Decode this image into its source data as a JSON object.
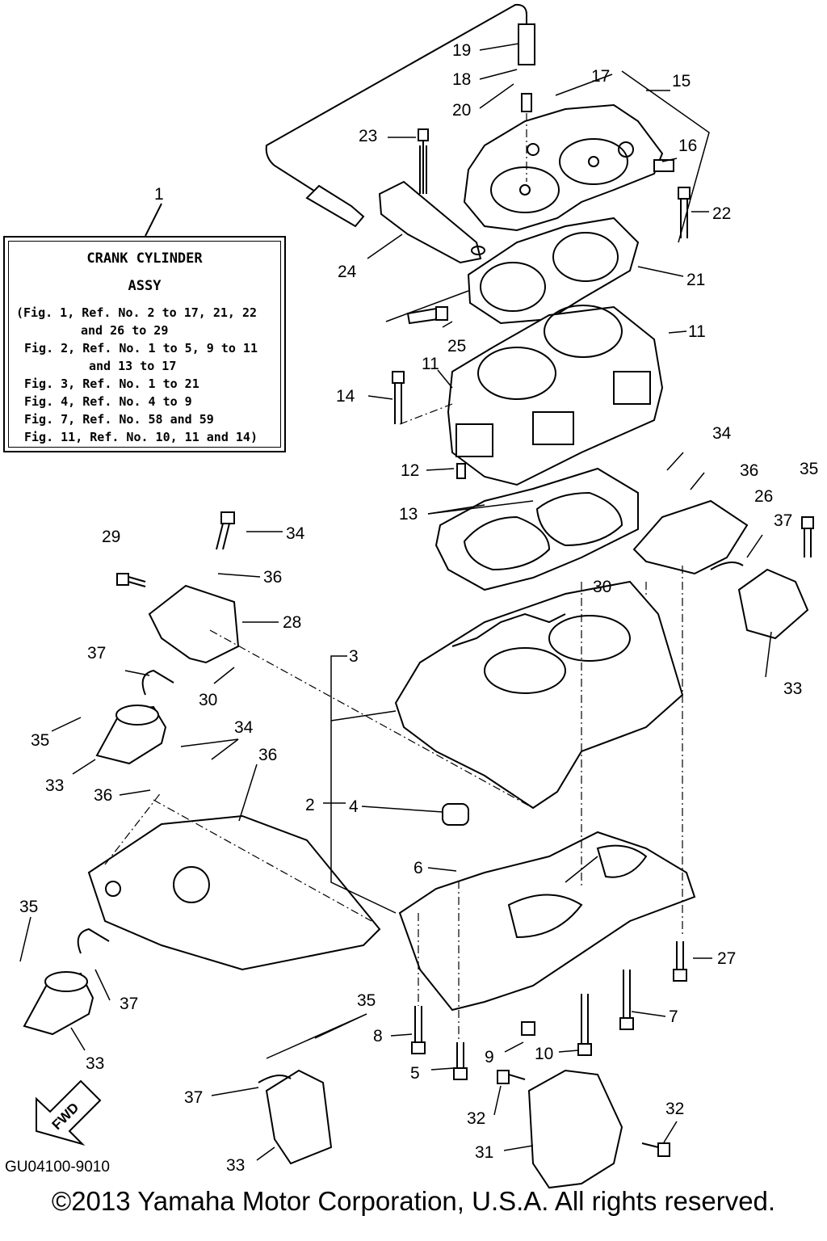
{
  "legend": {
    "ref": "1",
    "title_line1": "CRANK CYLINDER",
    "title_line2": "ASSY",
    "lines": [
      "(Fig. 1, Ref. No. 2 to 17, 21, 22",
      "and 26 to 29",
      "Fig. 2, Ref. No. 1 to 5, 9 to 11",
      "and 13 to 17",
      "Fig. 3, Ref. No. 1 to 21",
      "Fig. 4, Ref. No. 4 to 9",
      "Fig. 7, Ref. No. 58 and 59",
      "Fig. 11, Ref. No. 10, 11 and 14)"
    ]
  },
  "callouts": {
    "c19": "19",
    "c18": "18",
    "c17": "17",
    "c15": "15",
    "c20": "20",
    "c23": "23",
    "c16": "16",
    "c22": "22",
    "c24": "24",
    "c21": "21",
    "c25": "25",
    "c11a": "11",
    "c11b": "11",
    "c14": "14",
    "c12": "12",
    "c34a": "34",
    "c36a": "36",
    "c35a": "35",
    "c13": "13",
    "c26": "26",
    "c37a": "37",
    "c29": "29",
    "c34b": "34",
    "c36b": "36",
    "c30a": "30",
    "c28": "28",
    "c3": "3",
    "c37b": "37",
    "c30b": "30",
    "c33a": "33",
    "c35b": "35",
    "c34c": "34",
    "c36c": "36",
    "c33b": "33",
    "c36d": "36",
    "c2": "2",
    "c4": "4",
    "c6": "6",
    "c35c": "35",
    "c27": "27",
    "c37c": "37",
    "c35d": "35",
    "c7": "7",
    "c33c": "33",
    "c8": "8",
    "c9": "9",
    "c10": "10",
    "c5": "5",
    "c37d": "37",
    "c32a": "32",
    "c32b": "32",
    "c33d": "33",
    "c31": "31"
  },
  "fwd_label": "FWD",
  "diagram_code": "GU04100-9010",
  "copyright": "©2013 Yamaha Motor Corporation, U.S.A. All rights reserved."
}
